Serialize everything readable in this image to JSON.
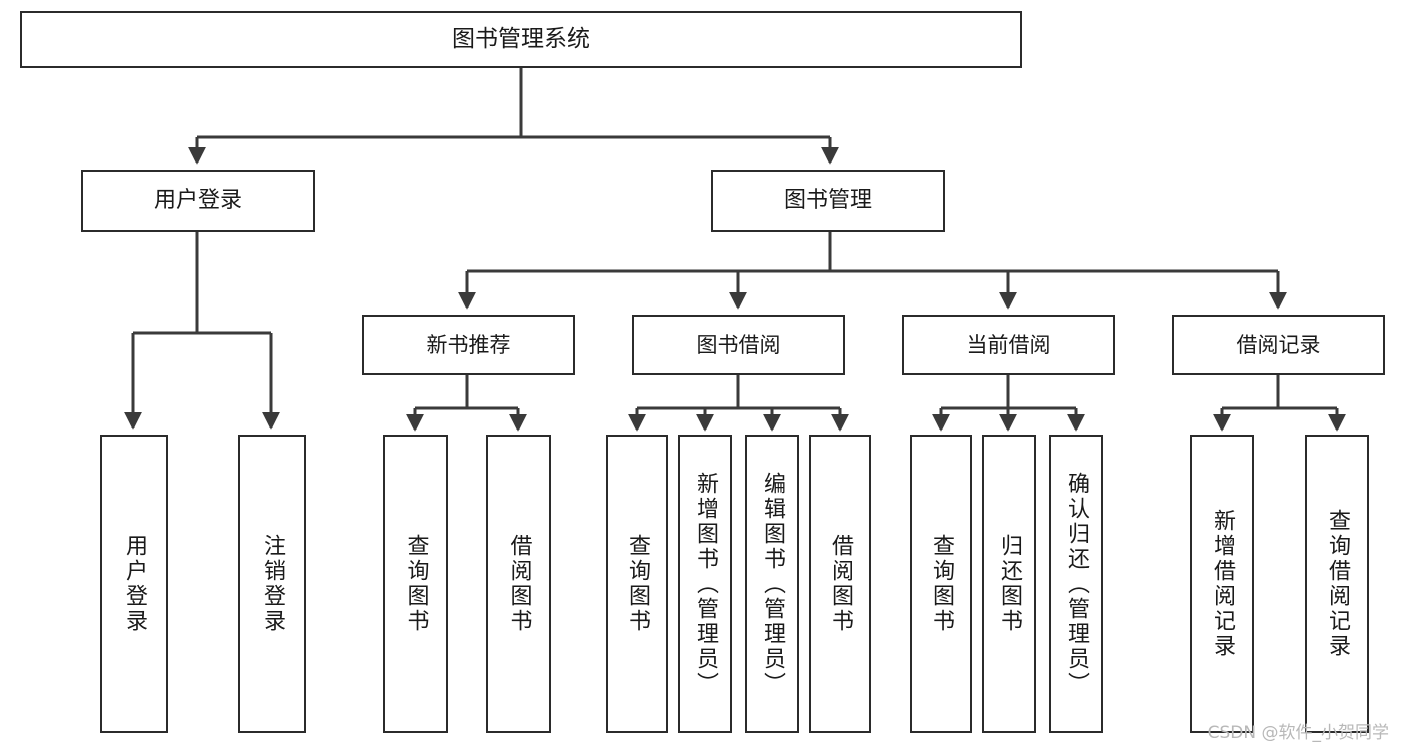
{
  "diagram": {
    "title": "图书管理系统",
    "watermark": "CSDN @软件_小贺同学",
    "colors": {
      "box_border": "#2b2b2b",
      "box_fill": "#ffffff",
      "connector": "#3a3a3a",
      "text": "#1a1a1a",
      "watermark": "#b8b8b8"
    },
    "levels": {
      "root": "图书管理系统",
      "level2": [
        "用户登录",
        "图书管理"
      ],
      "level3": [
        "新书推荐",
        "图书借阅",
        "当前借阅",
        "借阅记录"
      ]
    },
    "nodes": {
      "root": {
        "label": "图书管理系统"
      },
      "user_login": {
        "label": "用户登录"
      },
      "book_manage": {
        "label": "图书管理"
      },
      "new_book_rec": {
        "label": "新书推荐"
      },
      "book_borrow": {
        "label": "图书借阅"
      },
      "current_borrow": {
        "label": "当前借阅"
      },
      "borrow_record": {
        "label": "借阅记录"
      },
      "leaf_user_login": {
        "label": "用户登录"
      },
      "leaf_logout": {
        "label": "注销登录"
      },
      "leaf_query_book_1": {
        "label": "查询图书"
      },
      "leaf_borrow_book_1": {
        "label": "借阅图书"
      },
      "leaf_query_book_2": {
        "label": "查询图书"
      },
      "leaf_add_book": {
        "label": "新增图书（管理员）"
      },
      "leaf_edit_book": {
        "label": "编辑图书（管理员）"
      },
      "leaf_borrow_book_2": {
        "label": "借阅图书"
      },
      "leaf_query_book_3": {
        "label": "查询图书"
      },
      "leaf_return_book": {
        "label": "归还图书"
      },
      "leaf_confirm_return": {
        "label": "确认归还（管理员）"
      },
      "leaf_add_record": {
        "label": "新增借阅记录"
      },
      "leaf_query_record": {
        "label": "查询借阅记录"
      }
    },
    "tree": {
      "name": "图书管理系统",
      "children": [
        {
          "name": "用户登录",
          "children": [
            {
              "name": "用户登录"
            },
            {
              "name": "注销登录"
            }
          ]
        },
        {
          "name": "图书管理",
          "children": [
            {
              "name": "新书推荐",
              "children": [
                {
                  "name": "查询图书"
                },
                {
                  "name": "借阅图书"
                }
              ]
            },
            {
              "name": "图书借阅",
              "children": [
                {
                  "name": "查询图书"
                },
                {
                  "name": "新增图书（管理员）"
                },
                {
                  "name": "编辑图书（管理员）"
                },
                {
                  "name": "借阅图书"
                }
              ]
            },
            {
              "name": "当前借阅",
              "children": [
                {
                  "name": "查询图书"
                },
                {
                  "name": "归还图书"
                },
                {
                  "name": "确认归还（管理员）"
                }
              ]
            },
            {
              "name": "借阅记录",
              "children": [
                {
                  "name": "新增借阅记录"
                },
                {
                  "name": "查询借阅记录"
                }
              ]
            }
          ]
        }
      ]
    }
  }
}
